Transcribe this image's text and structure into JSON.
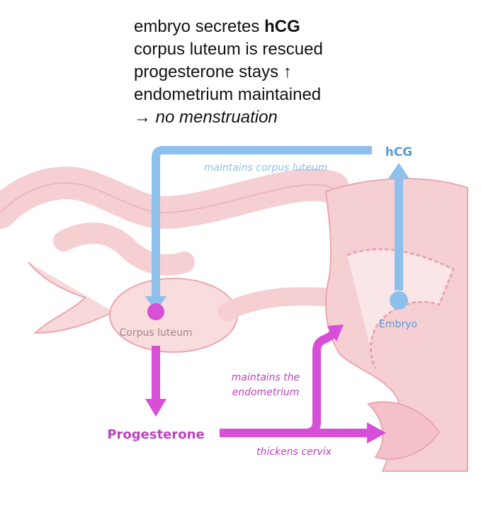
{
  "notes": {
    "line1_prefix": "embryo secretes ",
    "line1_bold": "hCG",
    "line2": "corpus luteum is rescued",
    "line3": "progesterone stays ↑",
    "line4": "endometrium maintained",
    "line5_arrow": "→ ",
    "line5_italic": "no menstruation"
  },
  "diagram": {
    "hcg_label": "hCG",
    "hcg_pathway_label": "maintains corpus luteum",
    "corpus_luteum_label": "Corpus luteum",
    "embryo_label": "Embryo",
    "progesterone_label": "Progesterone",
    "endometrium_label_line1": "maintains the",
    "endometrium_label_line2": "endometrium",
    "cervix_label": "thickens cervix"
  },
  "colors": {
    "hcg_blue": "#8ec0ec",
    "hcg_text": "#5a9ad6",
    "progesterone_magenta": "#d64fd6",
    "uterus_pink": "#f6cfd3",
    "uterus_outline": "#e8a7b0"
  }
}
